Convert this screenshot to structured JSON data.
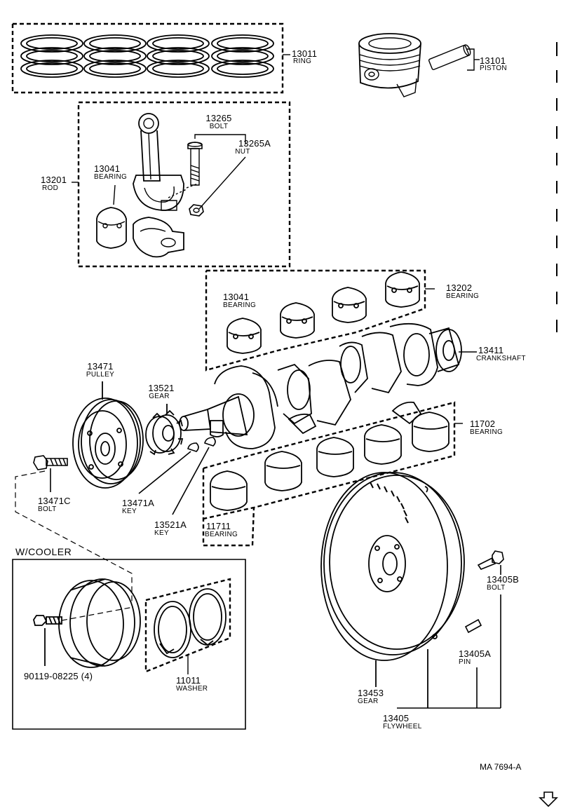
{
  "parts": {
    "ring": {
      "no": "13011",
      "name": "RING"
    },
    "piston": {
      "no": "13101",
      "name": "PISTON"
    },
    "bolt_rod": {
      "no": "13265",
      "name": "BOLT"
    },
    "nut_rod": {
      "no": "13265A",
      "name": "NUT"
    },
    "rod": {
      "no": "13201",
      "name": "ROD"
    },
    "bearing_rod": {
      "no": "13041",
      "name": "BEARING"
    },
    "bearing_set_rod": {
      "no": "13041",
      "name": "BEARING"
    },
    "bearing_13202": {
      "no": "13202",
      "name": "BEARING"
    },
    "crankshaft": {
      "no": "13411",
      "name": "CRANKSHAFT"
    },
    "pulley": {
      "no": "13471",
      "name": "PULLEY"
    },
    "gear_crank": {
      "no": "13521",
      "name": "GEAR"
    },
    "bearing_main_upper": {
      "no": "11702",
      "name": "BEARING"
    },
    "bolt_pulley": {
      "no": "13471C",
      "name": "BOLT"
    },
    "key_pulley": {
      "no": "13471A",
      "name": "KEY"
    },
    "key_gear": {
      "no": "13521A",
      "name": "KEY"
    },
    "bearing_main_lower": {
      "no": "11711",
      "name": "BEARING"
    },
    "bolt_flywheel": {
      "no": "13405B",
      "name": "BOLT"
    },
    "pin_flywheel": {
      "no": "13405A",
      "name": "PIN"
    },
    "ring_gear": {
      "no": "13453",
      "name": "GEAR"
    },
    "flywheel": {
      "no": "13405",
      "name": "FLYWHEEL"
    },
    "washer": {
      "no": "11011",
      "name": "WASHER"
    },
    "cooler_bolt": {
      "no": "90119-08225 (4)"
    }
  },
  "cooler_header": "W/COOLER",
  "figure_ref": "MA 7694-A",
  "icons": {
    "page_corner": "down-arrow-icon"
  },
  "colors": {
    "ink": "#000000",
    "paper": "#ffffff"
  }
}
